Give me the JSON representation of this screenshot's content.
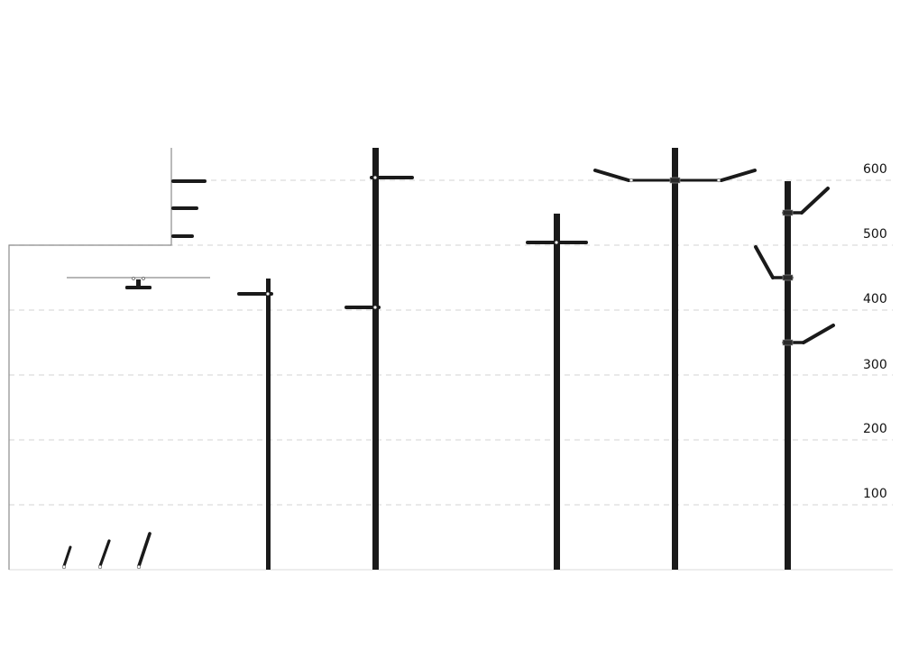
{
  "scale": {
    "ticks": [
      "100",
      "200",
      "300",
      "400",
      "500",
      "600"
    ]
  },
  "colors": {
    "fixture": "#1a1a1a",
    "gridline": "#dcdcdc",
    "outline": "#8c8c8c",
    "label": "#111111"
  },
  "groups": [
    {
      "type": "bollards",
      "count": 3
    },
    {
      "type": "wall-mounted",
      "arms": 3
    },
    {
      "type": "ceiling-pendant"
    },
    {
      "type": "pole-single-arm"
    },
    {
      "type": "pole-two-heads"
    },
    {
      "type": "pole-double-arm"
    },
    {
      "type": "pole-double-arm-wide"
    },
    {
      "type": "pole-multi-arm"
    }
  ]
}
